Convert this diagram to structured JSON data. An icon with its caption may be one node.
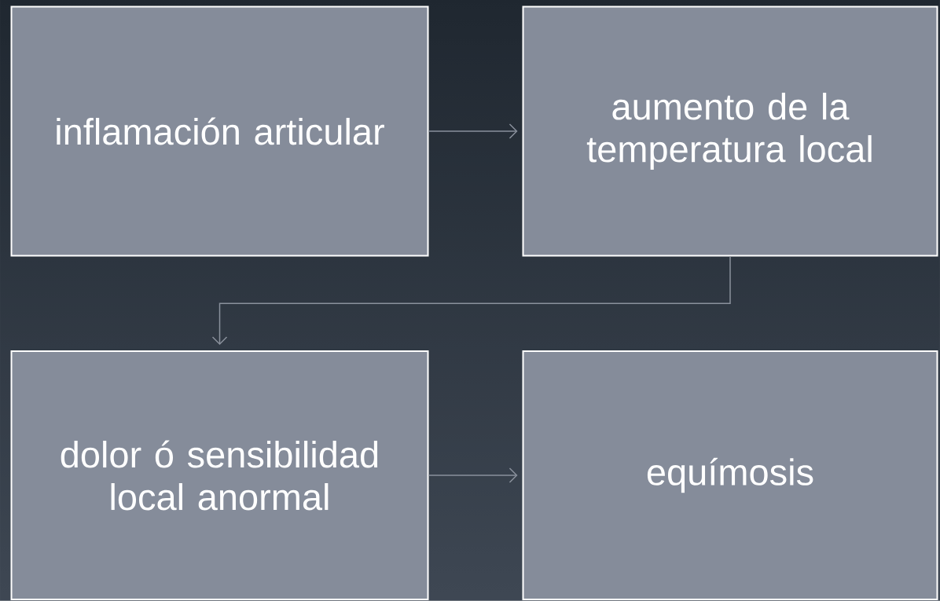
{
  "diagram": {
    "nodes": [
      {
        "text": [
          "inflamación articular"
        ]
      },
      {
        "text": [
          "aumento de la temperatura local"
        ]
      },
      {
        "text": [
          "dolor ó sensibilidad local anormal"
        ]
      },
      {
        "text": [
          "equímosis"
        ]
      }
    ],
    "edges": [
      {
        "from": 0,
        "to": 1,
        "arrow": "to"
      },
      {
        "from": 1,
        "to": 2,
        "arrow": "to"
      },
      {
        "from": 2,
        "to": 3,
        "arrow": "to"
      }
    ]
  }
}
